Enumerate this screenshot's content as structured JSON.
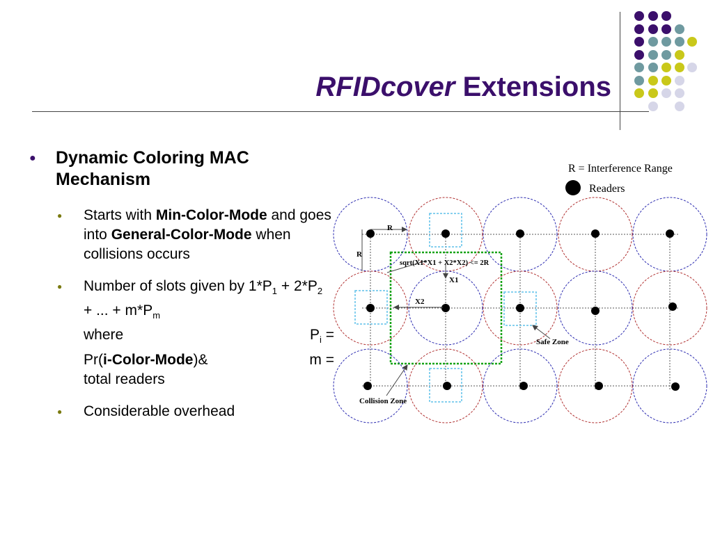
{
  "slide": {
    "title_italic": "RFIDcover",
    "title_rest": " Extensions"
  },
  "bullets": {
    "main": "Dynamic Coloring MAC Mechanism",
    "sub1": {
      "t1": "Starts with ",
      "b1": "Min-Color-Mode",
      "t2": " and goes into ",
      "b2": "General-Color-Mode",
      "t3": " when collisions occurs"
    },
    "sub2": {
      "t1": "Number of slots given by 1*P",
      "s1": "1",
      "t2": " + 2*P",
      "s2": "2",
      "t3": " + ... + m*P",
      "s3": "m",
      "where": "where",
      "p": "P",
      "pi_sub": "i",
      "eq": " =",
      "pr_open": "Pr(",
      "pr_bold": "i-Color-Mode",
      "pr_close": ")&",
      "m_eq": "m =",
      "total": "total readers"
    },
    "sub3": "Considerable overhead"
  },
  "figure": {
    "legend_range": "R = Interference Range",
    "legend_readers": "Readers",
    "label_r_horizontal": "R",
    "label_r_vertical": "R",
    "formula": "sqrt(X1*X1 + X2*X2) <= 2R",
    "label_x1": "X1",
    "label_x2": "X2",
    "safe_zone": "Safe Zone",
    "collision_zone": "Collision Zone"
  },
  "theme": {
    "title_color": "#3b0f6b",
    "dot_purple": "#3b0f6b",
    "dot_teal": "#6f9aa0",
    "dot_yellow": "#c9c81a",
    "dot_lavender": "#d6d6e8",
    "circle_blue": "#2b2bb0",
    "circle_red": "#b03030",
    "safe_box": "#5ec0ea",
    "collision_box": "#16a316"
  }
}
